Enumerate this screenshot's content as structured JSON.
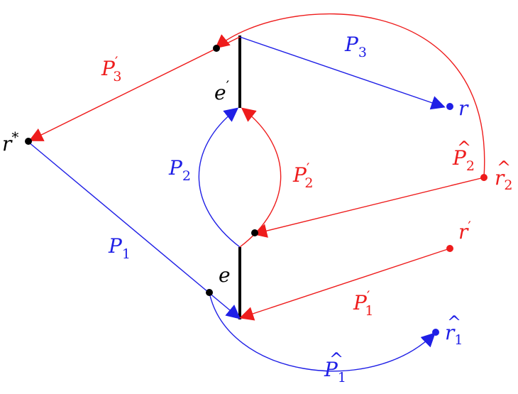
{
  "colors": {
    "blue": "#1f1fe6",
    "red": "#ee1c1c",
    "black": "#000000"
  },
  "nodes": {
    "r_star": {
      "base": "r",
      "sup": "*"
    },
    "r": {
      "base": "r"
    },
    "r_prime": {
      "base": "r",
      "sup": "′"
    },
    "r_hat_1": {
      "hat": "^",
      "base": "r",
      "sub": "1"
    },
    "r_hat_2": {
      "hat": "^",
      "base": "r",
      "sub": "2"
    }
  },
  "edges": {
    "e": {
      "base": "e"
    },
    "e_prime": {
      "base": "e",
      "sup": "′"
    }
  },
  "paths": {
    "P1": {
      "base": "P",
      "sub": "1"
    },
    "P2": {
      "base": "P",
      "sub": "2"
    },
    "P3": {
      "base": "P",
      "sub": "3"
    },
    "P1_prime": {
      "base": "P",
      "sup": "′",
      "sub": "1"
    },
    "P2_prime": {
      "base": "P",
      "sup": "′",
      "sub": "2"
    },
    "P3_prime": {
      "base": "P",
      "sup": "′",
      "sub": "3"
    },
    "P1_hat": {
      "hat": "^",
      "base": "P",
      "sub": "1"
    },
    "P2_hat": {
      "hat": "^",
      "base": "P",
      "sub": "2"
    }
  }
}
